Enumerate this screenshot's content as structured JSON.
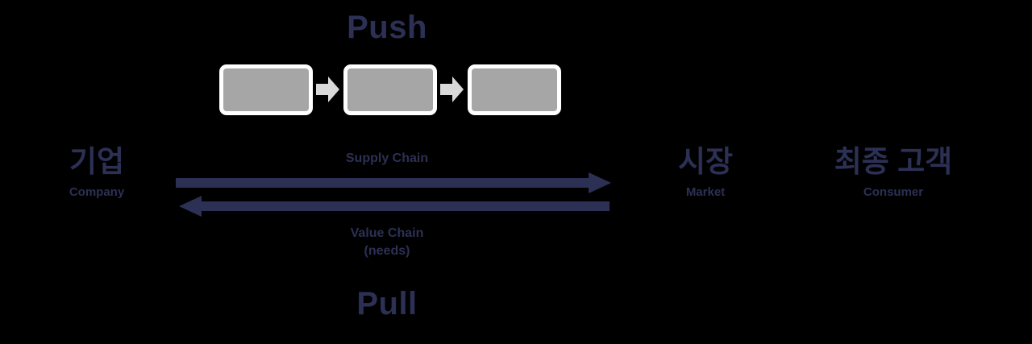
{
  "diagram": {
    "background_color": "#000000",
    "accent_color": "#2c3054",
    "box_fill_color": "#a6a6a6",
    "box_border_color": "#ffffff",
    "connector_color": "#d9d9d9",
    "push_label": "Push",
    "pull_label": "Pull",
    "process_boxes": [
      {
        "label": ""
      },
      {
        "label": ""
      },
      {
        "label": ""
      }
    ],
    "endpoints": {
      "company": {
        "ko": "기업",
        "en": "Company"
      },
      "market": {
        "ko": "시장",
        "en": "Market"
      },
      "consumer": {
        "ko": "최종 고객",
        "en": "Consumer"
      }
    },
    "flows": {
      "supply_chain": {
        "label": "Supply Chain",
        "direction": "right"
      },
      "value_chain": {
        "label": "Value Chain",
        "sublabel": "(needs)",
        "direction": "left"
      }
    }
  }
}
